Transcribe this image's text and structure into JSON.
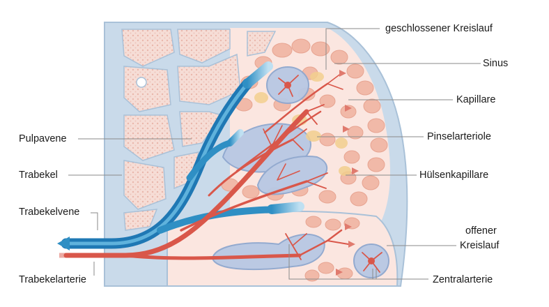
{
  "labels": {
    "closed_circulation": "geschlossener Kreislauf",
    "sinus": "Sinus",
    "capillary": "Kapillare",
    "penicillar_arteriole": "Pinselarteriole",
    "sheathed_capillary": "Hülsenkapillare",
    "open_circulation_line1": "offener",
    "open_circulation_line2": "Kreislauf",
    "central_artery": "Zentralarterie",
    "pulp_vein": "Pulpavene",
    "trabecula": "Trabekel",
    "trabecular_vein": "Trabekelvene",
    "trabecular_artery": "Trabekelarterie"
  },
  "colors": {
    "capsule_blue": "#c9daea",
    "pulp_pink": "#f7d6cf",
    "follicle_pink": "#f0b7a6",
    "vein_blue": "#2f8fc4",
    "artery_red": "#d9574a",
    "sheath_blue": "#b8c8e4",
    "ellipsoid_yellow": "#f2cf8e"
  }
}
